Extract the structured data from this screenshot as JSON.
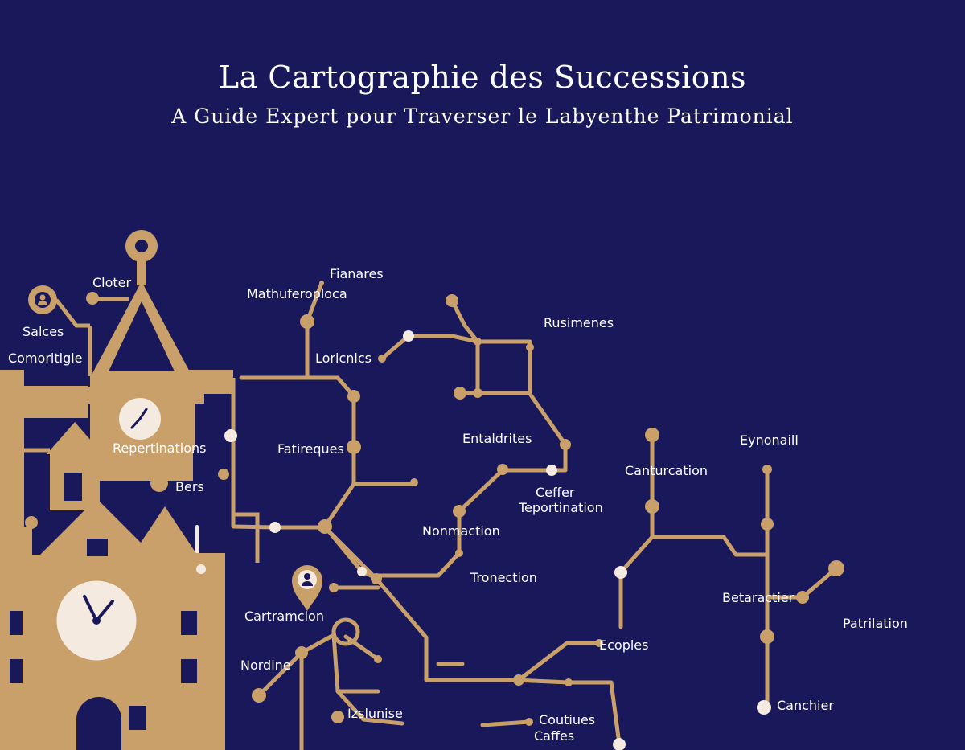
{
  "title": "La Cartographie des Successions",
  "subtitle": "A Guide Expert  pour Traverser le Labyenthe Patrimonial",
  "colors": {
    "background": "#18185a",
    "route": "#c9a06a",
    "node_light": "#f4eadf",
    "text": "#ffffff"
  },
  "labels": {
    "fianares": "Fianares",
    "mathuferoploca": "Mathuferoploca",
    "cloter": "Cloter",
    "salces": "Salces",
    "comoritigle": "Comoritigle",
    "loricnics": "Loricnics",
    "rusimenes": "Rusimenes",
    "repertinations": "Repertinations",
    "fatireques": "Fatireques",
    "entaldrites": "Entaldrites",
    "eynonaill": "Eynonaill",
    "bers": "Bers",
    "canturcation": "Canturcation",
    "ceffer": "Ceffer",
    "teportination": "Teportination",
    "nonmaction": "Nonmaction",
    "tronection": "Tronection",
    "cartramcion": "Cartramcion",
    "betaractier": "Betaractier",
    "patrilation": "Patrilation",
    "nordine": "Nordine",
    "ecoples": "Ecoples",
    "canchier": "Canchier",
    "izslunise": "Izslunise",
    "coutiues": "Coutiues",
    "caffes": "Caffes"
  }
}
